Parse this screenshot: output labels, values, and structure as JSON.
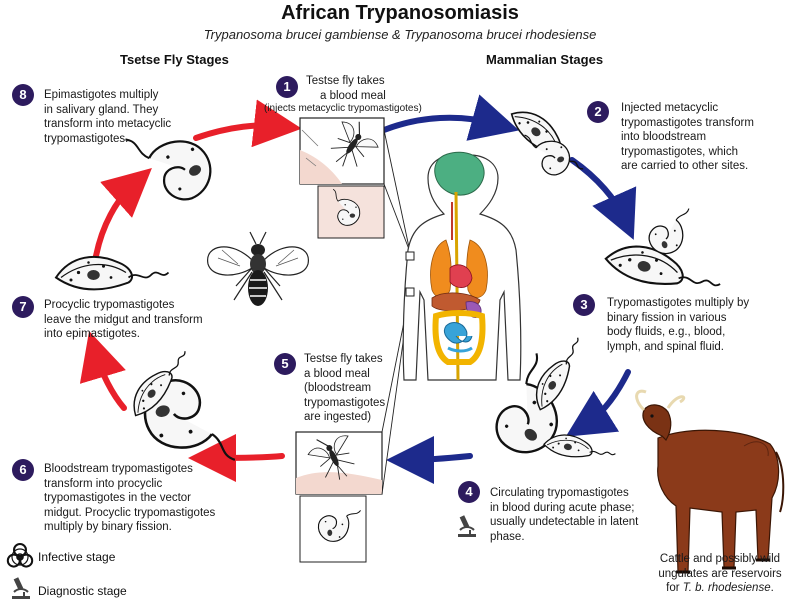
{
  "title": "African Trypanosomiasis",
  "subtitle": "Trypanosoma brucei gambiense & Trypanosoma brucei rhodesiense",
  "headings": {
    "tsetse": "Tsetse Fly Stages",
    "mammalian": "Mammalian Stages"
  },
  "steps": [
    {
      "number": "1",
      "lines": [
        "Testse fly takes",
        "a blood meal"
      ],
      "note": "(injects metacyclic trypomastigotes)"
    },
    {
      "number": "2",
      "lines": [
        "Injected metacyclic",
        "trypomastigotes transform",
        "into bloodstream",
        "trypomastigotes, which",
        "are carried to other sites."
      ]
    },
    {
      "number": "3",
      "lines": [
        "Trypomastigotes multiply by",
        "binary fission in various",
        "body fluids, e.g., blood,",
        "lymph, and spinal fluid."
      ]
    },
    {
      "number": "4",
      "lines": [
        "Circulating trypomastigotes",
        "in blood during acute phase;",
        "usually undetectable in latent",
        "phase."
      ]
    },
    {
      "number": "5",
      "lines": [
        "Testse fly takes",
        "a blood meal",
        "(bloodstream",
        "trypomastigotes",
        "are ingested)"
      ]
    },
    {
      "number": "6",
      "lines": [
        "Bloodstream trypomastigotes",
        "transform into procyclic",
        "trypomastigotes in the vector",
        "midgut. Procyclic trypomastigotes",
        "multiply by binary fission."
      ]
    },
    {
      "number": "7",
      "lines": [
        "Procyclic trypomastigotes",
        "leave the midgut and transform",
        "into epimastigotes."
      ]
    },
    {
      "number": "8",
      "lines": [
        "Epimastigotes multiply",
        "in salivary gland. They",
        "transform into metacyclic",
        "trypomastigotes."
      ]
    }
  ],
  "reservoir": {
    "lines": [
      "Cattle and possibly wild",
      "ungulates are reservoirs"
    ],
    "prefix": "for ",
    "species": "T. b. rhodesiense",
    "suffix": "."
  },
  "legend": {
    "infective": "Infective stage",
    "diagnostic": "Diagnostic stage"
  },
  "colors": {
    "fly_stage_arrow": "#e8202a",
    "mammal_stage_arrow": "#1d2a8c",
    "step_badge": "#2d1b5e"
  }
}
